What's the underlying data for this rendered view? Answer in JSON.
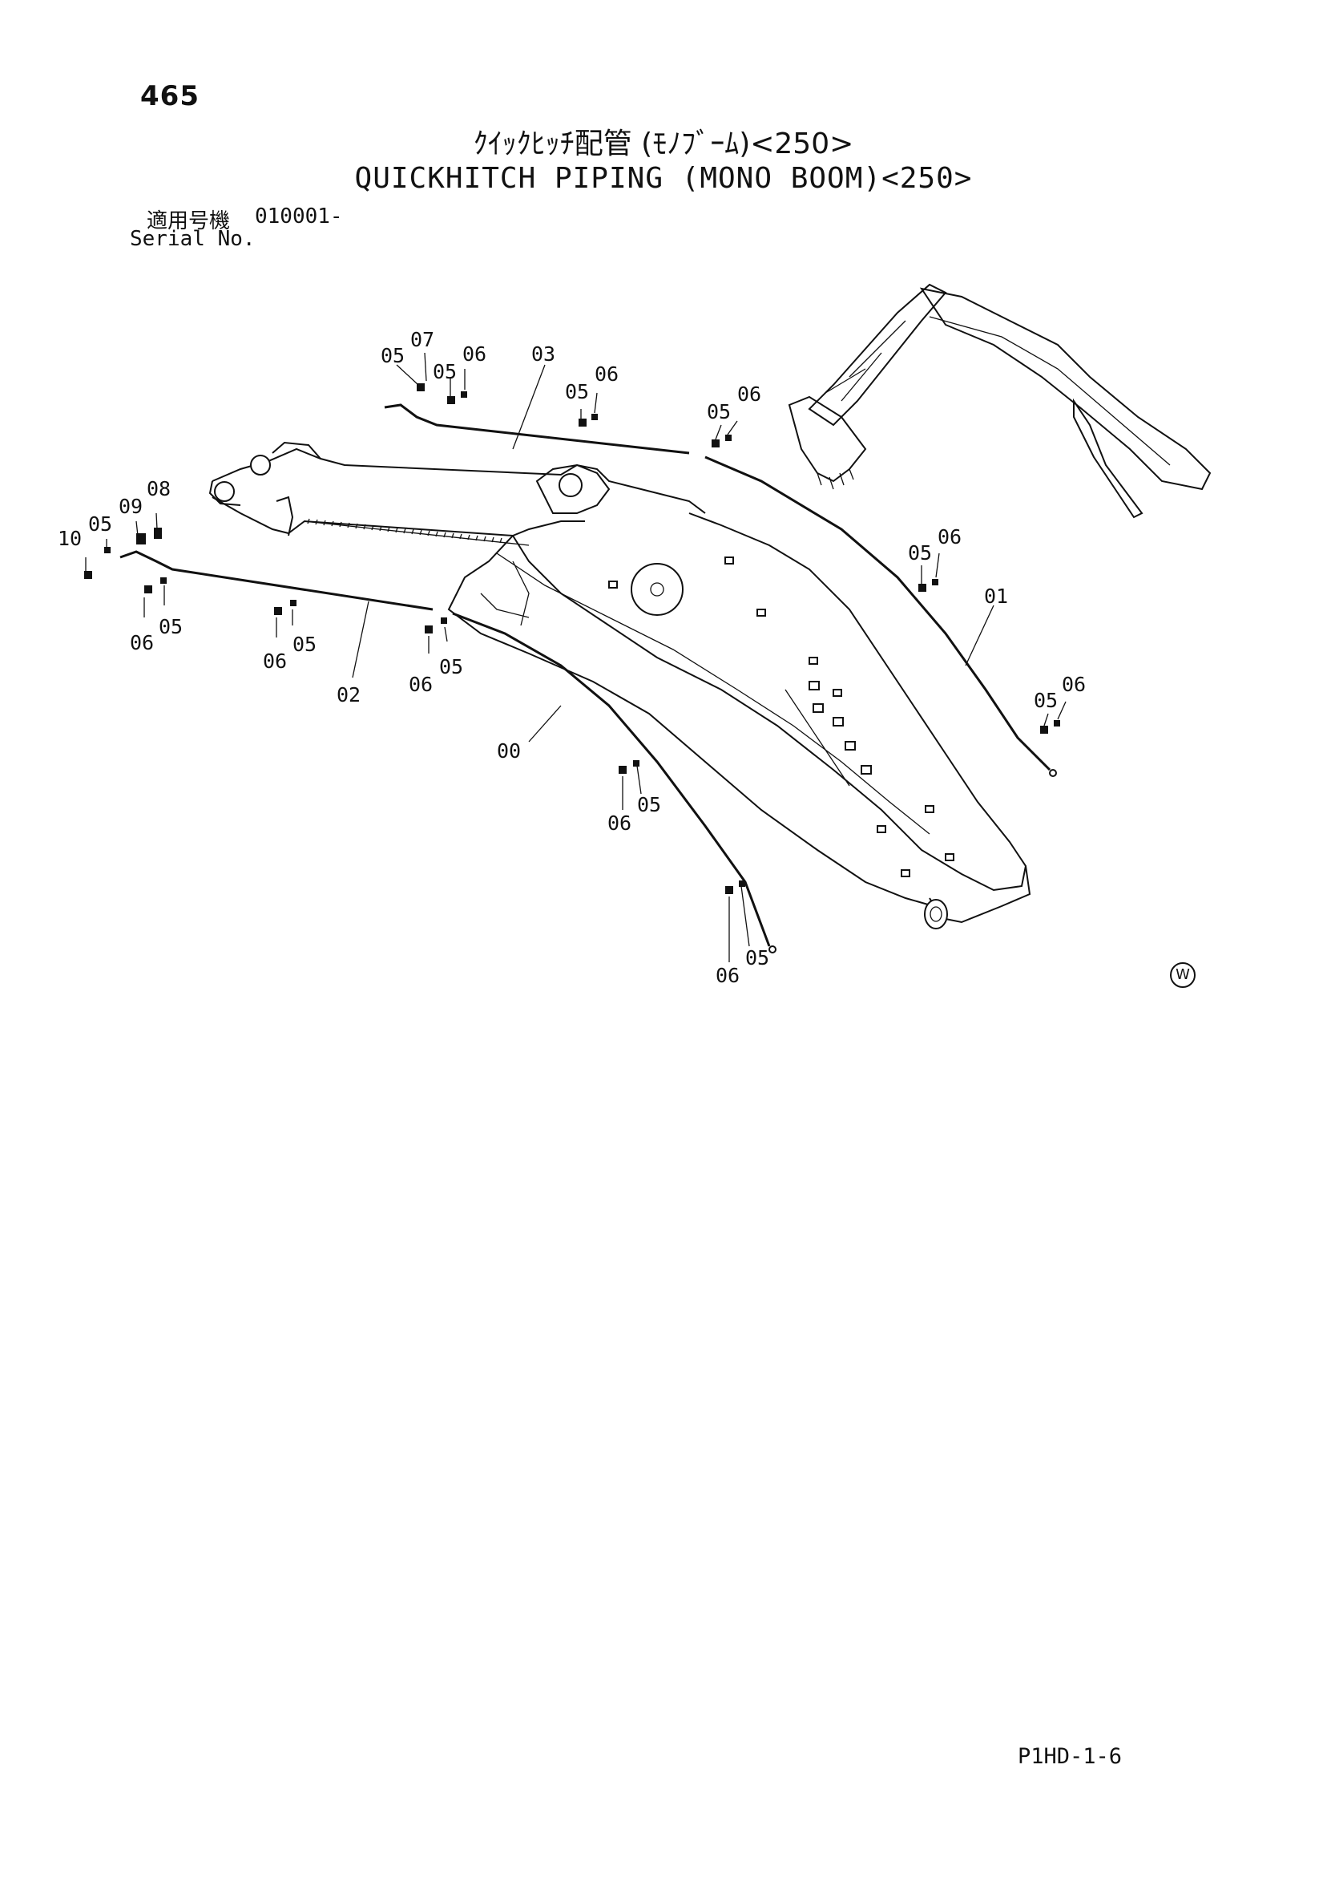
{
  "header": {
    "page_number": "465",
    "title_ja": "ｸｲｯｸﾋｯﾁ配管 (ﾓﾉﾌﾞｰﾑ)<250>",
    "title_en": "QUICKHITCH PIPING (MONO BOOM)<250>",
    "serial_label_ja": "適用号機",
    "serial_label_en": "Serial No.",
    "serial_value": "010001-"
  },
  "footer": {
    "page_code": "P1HD-1-6",
    "mark": "W"
  },
  "callouts": [
    "00",
    "01",
    "02",
    "03",
    "05",
    "06",
    "07",
    "08",
    "09",
    "10"
  ]
}
